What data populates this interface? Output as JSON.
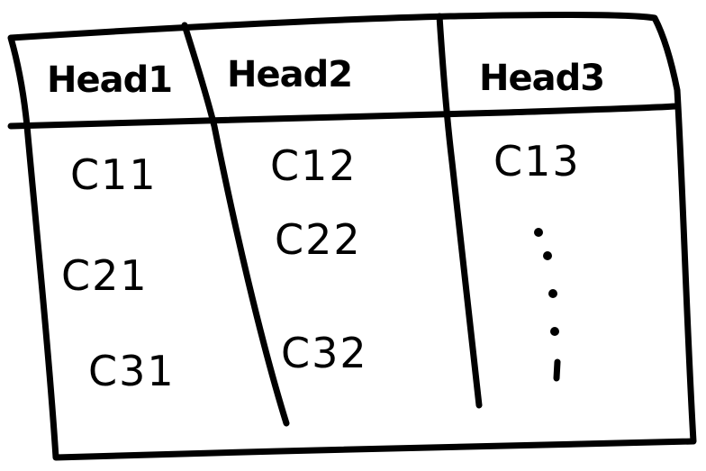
{
  "table": {
    "headers": [
      "Head1",
      "Head2",
      "Head3"
    ],
    "rows": [
      [
        "C11",
        "C12",
        "C13"
      ],
      [
        "C21",
        "C22",
        ""
      ],
      [
        "C31",
        "C32",
        ""
      ]
    ]
  }
}
